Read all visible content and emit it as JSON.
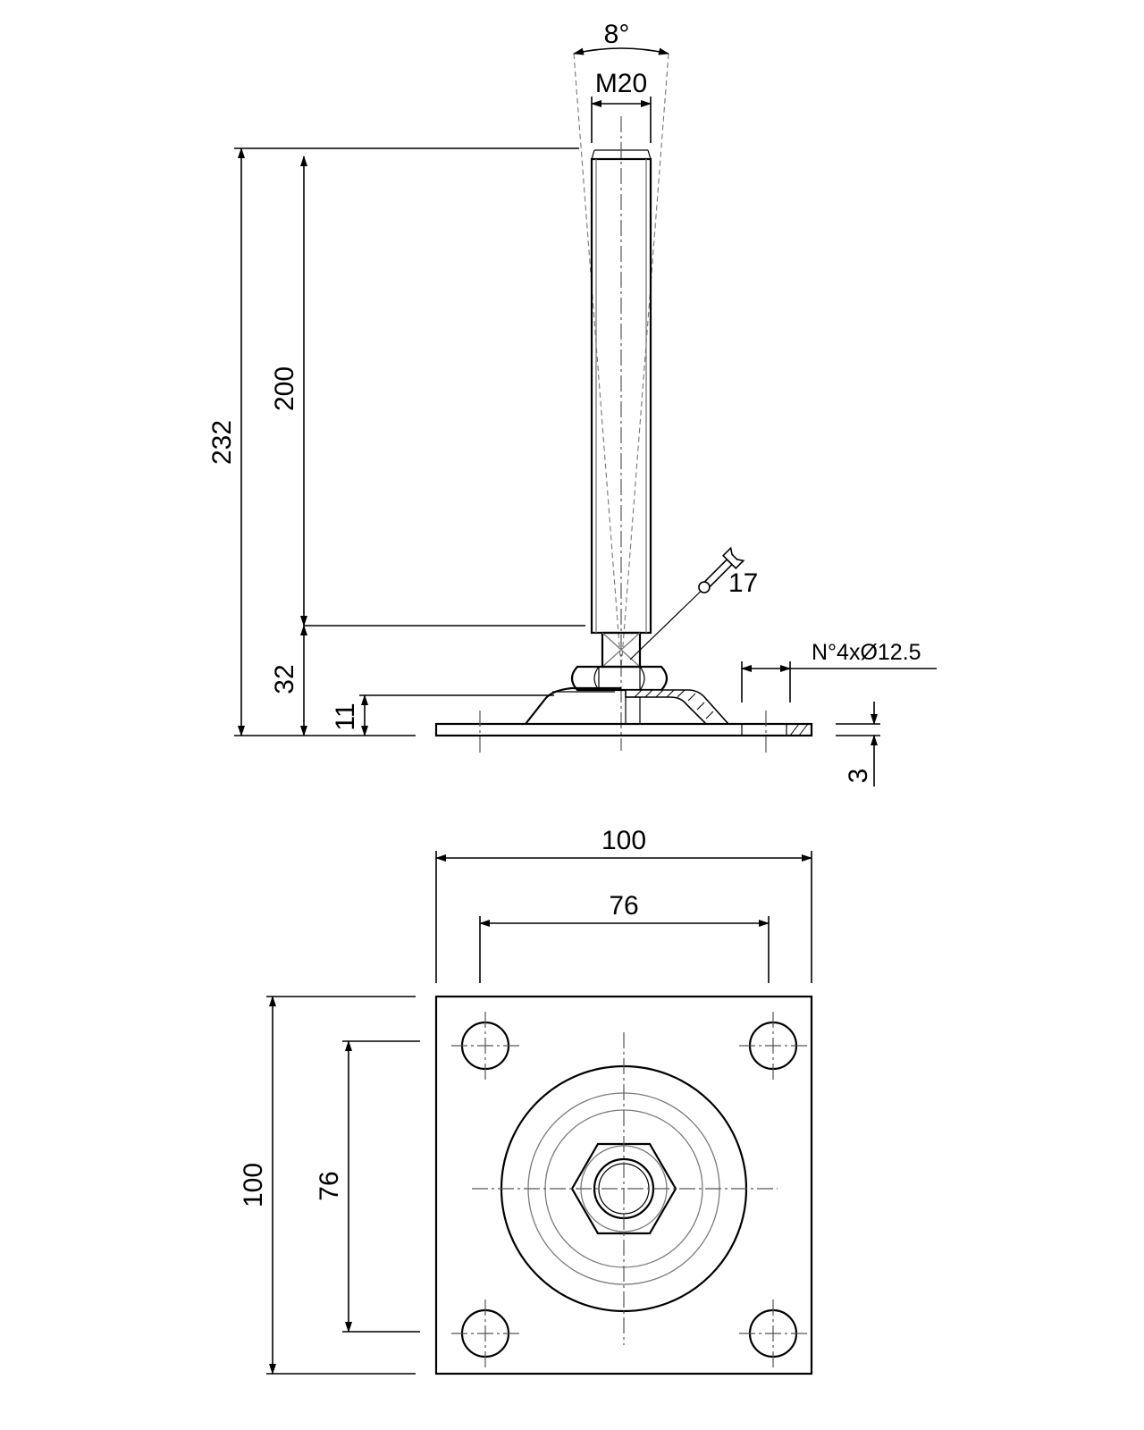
{
  "side_view": {
    "angle_label": "8°",
    "thread_label": "M20",
    "overall_height_label": "232",
    "stem_height_label": "200",
    "base_height_label": "32",
    "dome_height_label": "11",
    "plate_thickness_label": "3",
    "wrench_size_label": "17",
    "holes_label": "N°4xØ12.5"
  },
  "top_view": {
    "plate_width_label": "100",
    "hole_spacing_x_label": "76",
    "plate_height_label": "100",
    "hole_spacing_y_label": "76"
  }
}
